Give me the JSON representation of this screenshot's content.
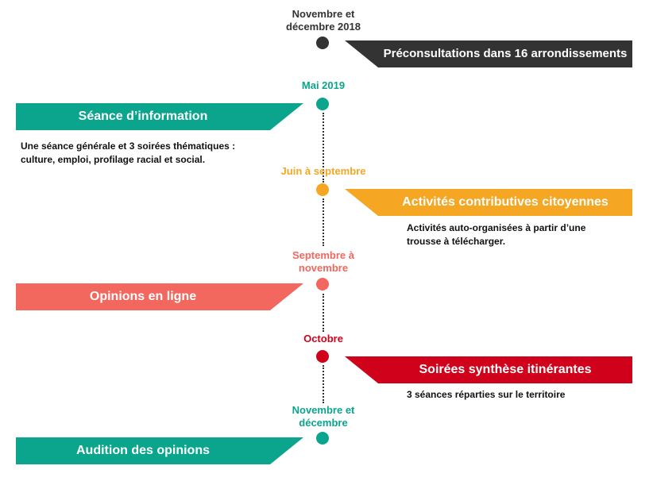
{
  "colors": {
    "dark": "#333333",
    "teal": "#0aa58c",
    "orange": "#f5a623",
    "salmon": "#f2675e",
    "red": "#d0021b"
  },
  "timeline": [
    {
      "date": "Novembre et décembre 2018",
      "title": "Préconsultations dans 16 arrondissements",
      "description": ""
    },
    {
      "date": "Mai 2019",
      "title": "Séance d’information",
      "description": "Une séance générale et 3 soirées thématiques : culture, emploi, profilage racial et social."
    },
    {
      "date": "Juin à septembre",
      "title": "Activités contributives citoyennes",
      "description": "Activités auto-organisées à partir d’une trousse à télécharger."
    },
    {
      "date": "Septembre à novembre",
      "title": "Opinions en ligne",
      "description": ""
    },
    {
      "date": "Octobre",
      "title": "Soirées synthèse itinérantes",
      "description": "3 séances réparties sur le territoire"
    },
    {
      "date": "Novembre et décembre",
      "title": "Audition des opinions",
      "description": ""
    }
  ]
}
